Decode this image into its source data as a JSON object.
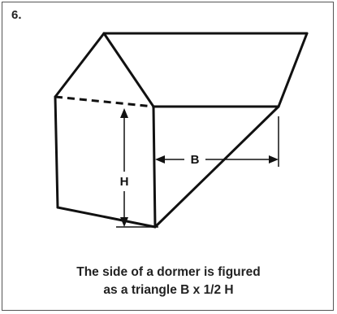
{
  "figure": {
    "number": "6.",
    "caption_line1": "The side of a dormer is figured",
    "caption_line2": "as a triangle B x 1/2 H",
    "labels": {
      "height": "H",
      "base": "B"
    }
  },
  "colors": {
    "line": "#111111",
    "border": "#555555",
    "text": "#222222"
  }
}
